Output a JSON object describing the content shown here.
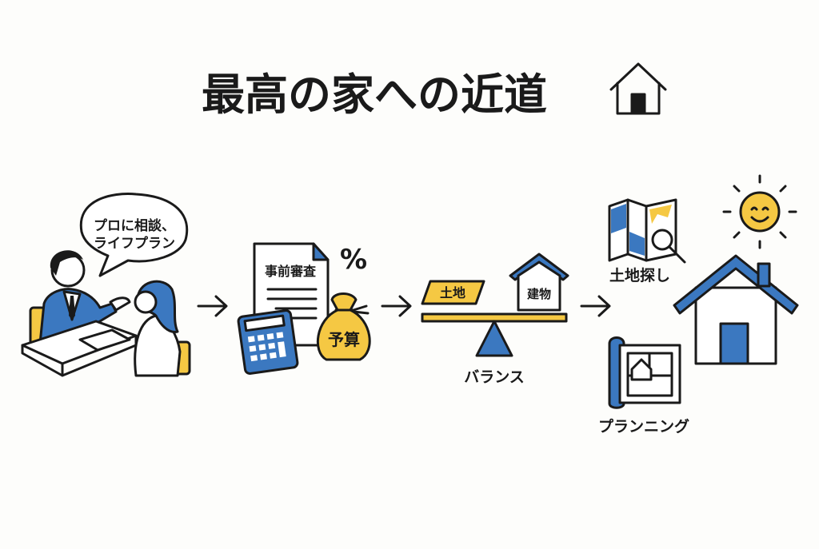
{
  "title": "最高の家への近道",
  "colors": {
    "blue": "#3b78c0",
    "yellow": "#f5c843",
    "ink": "#1a1a1a"
  },
  "steps": [
    {
      "bubble_line1": "プロに相談、",
      "bubble_line2": "ライフプラン"
    },
    {
      "document_label": "事前審査",
      "percent": "%",
      "bag_label": "予算"
    },
    {
      "land_label": "土地",
      "building_label": "建物",
      "caption": "バランス"
    },
    {
      "land_search": "土地探し",
      "planning": "プランニング"
    }
  ],
  "icons": [
    "house-icon",
    "arrow-right-icon",
    "calculator-icon",
    "money-bag-icon",
    "seesaw-icon",
    "map-icon",
    "magnifier-icon",
    "blueprint-icon",
    "sun-icon"
  ]
}
